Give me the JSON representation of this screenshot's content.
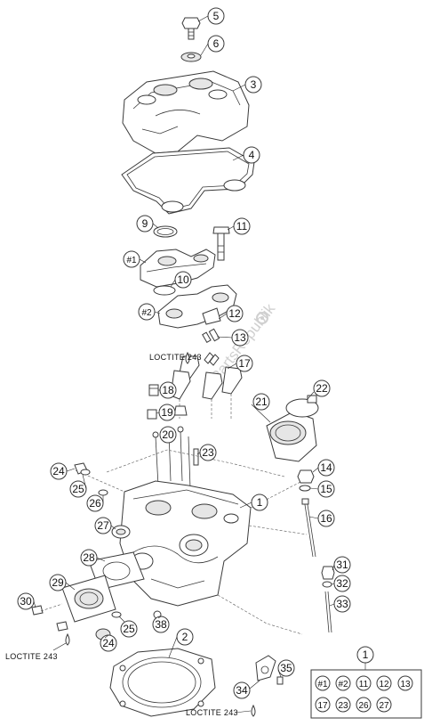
{
  "callouts": {
    "c5": "5",
    "c6": "6",
    "c3": "3",
    "c4": "4",
    "c9": "9",
    "c11": "11",
    "c1a": "#1",
    "c10": "10",
    "c2a": "#2",
    "c12": "12",
    "c13": "13",
    "c17": "17",
    "c18": "18",
    "c19": "19",
    "c20": "20",
    "c21": "21",
    "c22": "22",
    "c23": "23",
    "c24a": "24",
    "c25a": "25",
    "c26": "26",
    "c27": "27",
    "c1": "1",
    "c14": "14",
    "c15": "15",
    "c16": "16",
    "c28": "28",
    "c29": "29",
    "c30": "30",
    "c31": "31",
    "c32": "32",
    "c33": "33",
    "c38": "38",
    "c25b": "25",
    "c24b": "24",
    "c2": "2",
    "c35": "35",
    "c34": "34"
  },
  "loctite": {
    "top": "LOCTITE 243",
    "left": "LOCTITE 243",
    "bottom": "LOCTITE 243"
  },
  "watermark": "PartsRepublik",
  "legend": {
    "header": "1",
    "row1": [
      "#1",
      "#2",
      "11",
      "12",
      "13"
    ],
    "row2": [
      "17",
      "23",
      "26",
      "27"
    ]
  }
}
